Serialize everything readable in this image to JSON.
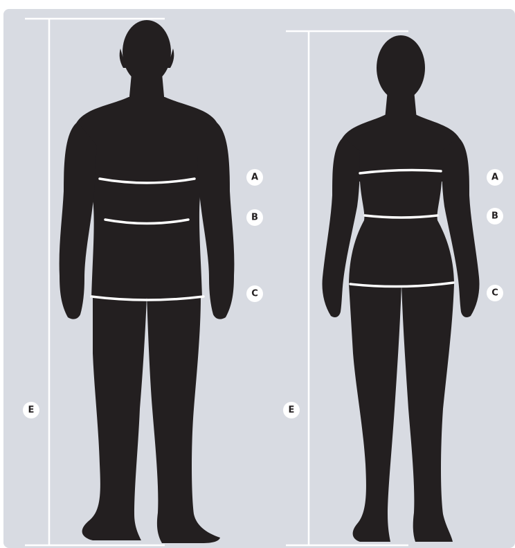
{
  "labels": {
    "man": {
      "a": "A",
      "b": "B",
      "c": "C",
      "e": "E"
    },
    "woman": {
      "a": "A",
      "b": "B",
      "c": "C",
      "e": "E"
    }
  },
  "colors": {
    "background": "#d8dbe2",
    "silhouette": "#231f20",
    "lines": "#ffffff"
  }
}
